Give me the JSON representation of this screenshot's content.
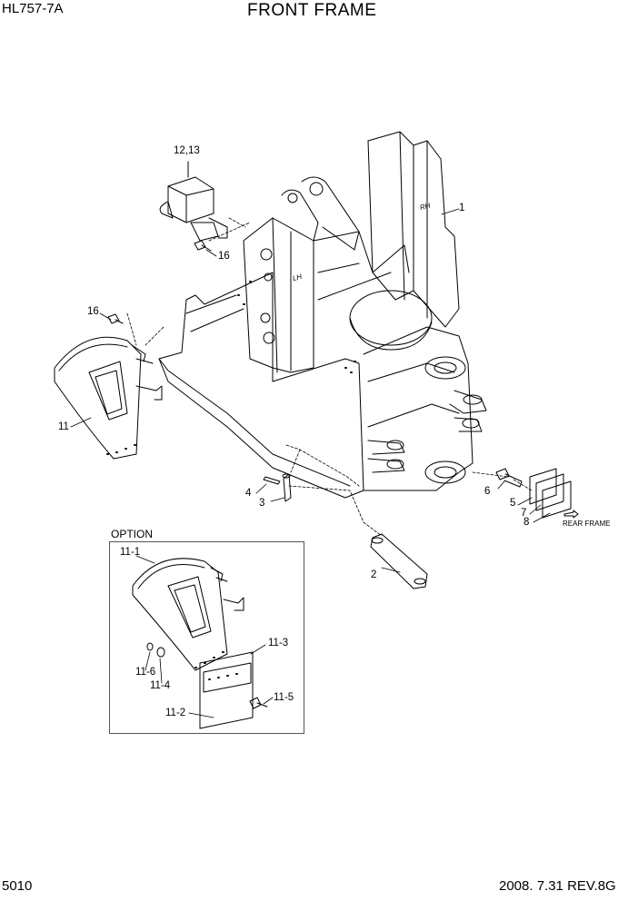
{
  "header": {
    "model": "HL757-7A",
    "title": "FRONT FRAME"
  },
  "footer": {
    "page_number": "5010",
    "revision": "2008. 7.31  REV.8G"
  },
  "option": {
    "title": "OPTION"
  },
  "notes": {
    "rear_frame": "REAR FRAME",
    "rh": "RH",
    "lh": "LH"
  },
  "callouts": {
    "c1": "1",
    "c2": "2",
    "c3": "3",
    "c4": "4",
    "c5": "5",
    "c6": "6",
    "c7": "7",
    "c8": "8",
    "c11": "11",
    "c11_1": "11-1",
    "c11_2": "11-2",
    "c11_3": "11-3",
    "c11_4": "11-4",
    "c11_5": "11-5",
    "c11_6": "11-6",
    "c12_13": "12,13",
    "c16a": "16",
    "c16b": "16"
  },
  "colors": {
    "line": "#000000",
    "frame_border": "#555555",
    "background": "#ffffff"
  }
}
